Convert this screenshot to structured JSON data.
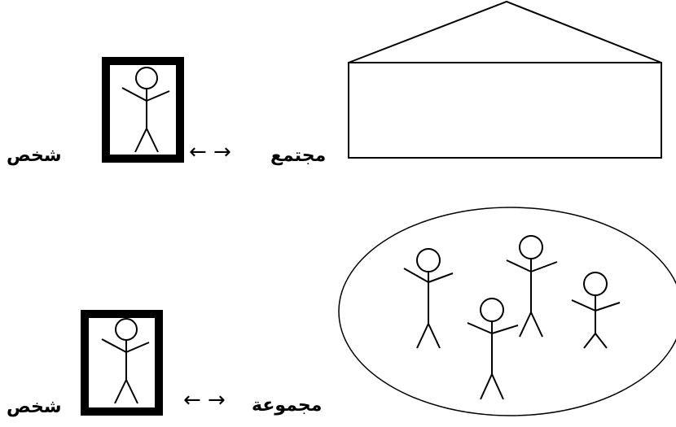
{
  "row1": {
    "left_label": "شخص",
    "arrows": "←  →",
    "right_label": "مجتمع"
  },
  "row2": {
    "left_label": "شخص",
    "arrows": "←  →",
    "right_label": "مجموعة"
  },
  "icons": {
    "person_in_frame": "person-in-frame-icon",
    "house": "house-icon",
    "group": "group-ellipse-icon"
  }
}
